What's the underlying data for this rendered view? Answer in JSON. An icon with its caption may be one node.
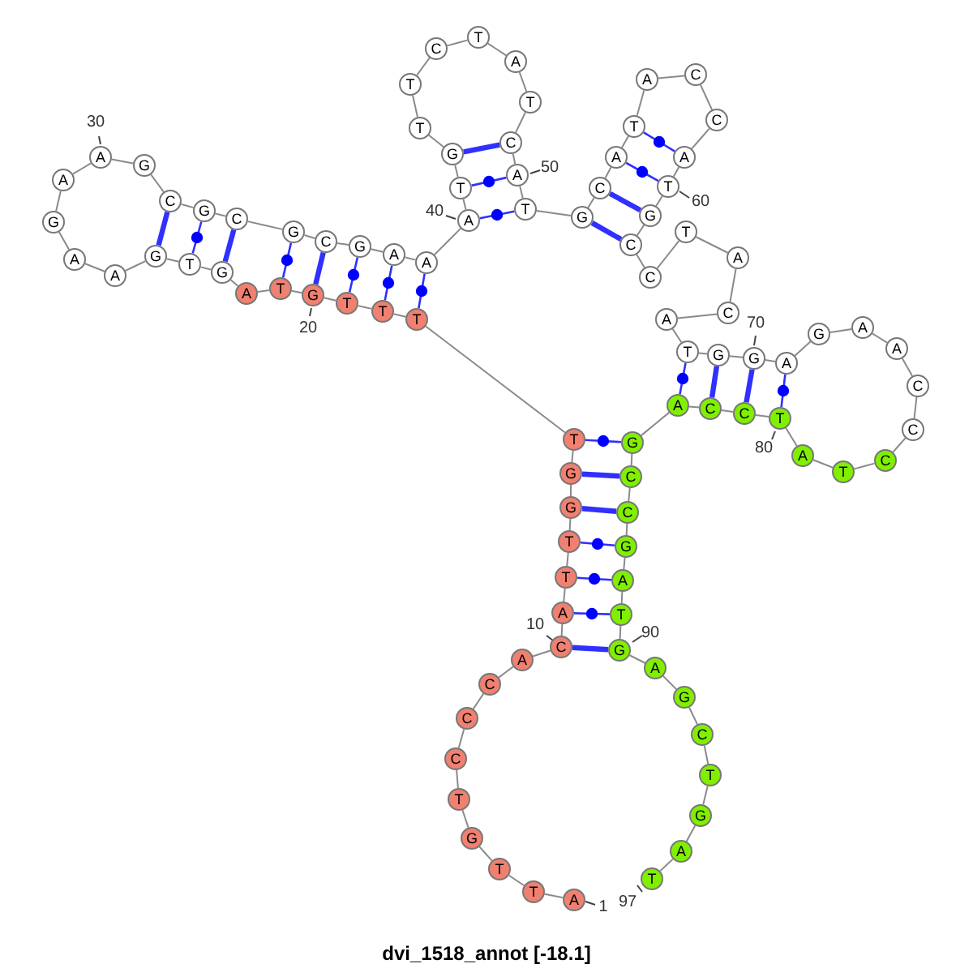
{
  "diagram": {
    "title": "dvi_1518_annot [-18.1]",
    "nodes": [
      {
        "text": [
          "A"
        ],
        "beside": [
          "1"
        ]
      },
      {
        "text": [
          "T"
        ]
      },
      {
        "text": [
          "T"
        ]
      },
      {
        "text": [
          "G"
        ]
      },
      {
        "text": [
          "T"
        ]
      },
      {
        "text": [
          "C"
        ]
      },
      {
        "text": [
          "C"
        ]
      },
      {
        "text": [
          "C"
        ]
      },
      {
        "text": [
          "A"
        ]
      },
      {
        "text": [
          "C"
        ],
        "beside": [
          "10"
        ]
      },
      {
        "text": [
          "A"
        ]
      },
      {
        "text": [
          "T"
        ]
      },
      {
        "text": [
          "T"
        ]
      },
      {
        "text": [
          "G"
        ]
      },
      {
        "text": [
          "G"
        ]
      },
      {
        "text": [
          "T"
        ]
      },
      {
        "text": [
          "T"
        ]
      },
      {
        "text": [
          "T"
        ]
      },
      {
        "text": [
          "T"
        ]
      },
      {
        "text": [
          "G"
        ],
        "beside": [
          "20"
        ]
      },
      {
        "text": [
          "T"
        ]
      },
      {
        "text": [
          "A"
        ]
      },
      {
        "text": [
          "G"
        ]
      },
      {
        "text": [
          "T"
        ]
      },
      {
        "text": [
          "G"
        ]
      },
      {
        "text": [
          "A"
        ]
      },
      {
        "text": [
          "A"
        ]
      },
      {
        "text": [
          "G"
        ]
      },
      {
        "text": [
          "A"
        ]
      },
      {
        "text": [
          "A"
        ],
        "beside": [
          "30"
        ]
      },
      {
        "text": [
          "G"
        ]
      },
      {
        "text": [
          "C"
        ]
      },
      {
        "text": [
          "G"
        ]
      },
      {
        "text": [
          "C"
        ]
      },
      {
        "text": [
          "G"
        ]
      },
      {
        "text": [
          "C"
        ]
      },
      {
        "text": [
          "G"
        ]
      },
      {
        "text": [
          "A"
        ]
      },
      {
        "text": [
          "A"
        ]
      },
      {
        "text": [
          "A"
        ],
        "beside": [
          "40"
        ]
      },
      {
        "text": [
          "T"
        ]
      },
      {
        "text": [
          "G"
        ]
      },
      {
        "text": [
          "T"
        ]
      },
      {
        "text": [
          "T"
        ]
      },
      {
        "text": [
          "C"
        ]
      },
      {
        "text": [
          "T"
        ]
      },
      {
        "text": [
          "A"
        ]
      },
      {
        "text": [
          "T"
        ]
      },
      {
        "text": [
          "C"
        ]
      },
      {
        "text": [
          "A"
        ],
        "beside": [
          "50"
        ]
      },
      {
        "text": [
          "T"
        ]
      },
      {
        "text": [
          "G"
        ]
      },
      {
        "text": [
          "C"
        ]
      },
      {
        "text": [
          "A"
        ]
      },
      {
        "text": [
          "T"
        ]
      },
      {
        "text": [
          "A"
        ]
      },
      {
        "text": [
          "C"
        ]
      },
      {
        "text": [
          "C"
        ]
      },
      {
        "text": [
          "A"
        ]
      },
      {
        "text": [
          "T"
        ],
        "beside": [
          "60"
        ]
      },
      {
        "text": [
          "G"
        ]
      },
      {
        "text": [
          "C"
        ]
      },
      {
        "text": [
          "C"
        ]
      },
      {
        "text": [
          "T"
        ]
      },
      {
        "text": [
          "A"
        ]
      },
      {
        "text": [
          "C"
        ]
      },
      {
        "text": [
          "A"
        ]
      },
      {
        "text": [
          "T"
        ]
      },
      {
        "text": [
          "G"
        ]
      },
      {
        "text": [
          "G"
        ]
      },
      {
        "text": [
          "A"
        ]
      },
      {
        "text": [
          "G"
        ]
      },
      {
        "text": [
          "A"
        ]
      },
      {
        "text": [
          "A"
        ]
      },
      {
        "text": [
          "C"
        ]
      },
      {
        "text": [
          "C"
        ]
      },
      {
        "text": [
          "C"
        ]
      },
      {
        "text": [
          "T"
        ]
      },
      {
        "text": [
          "A"
        ]
      },
      {
        "text": [
          "T"
        ],
        "beside": [
          "80"
        ]
      },
      {
        "text": [
          "C"
        ]
      },
      {
        "text": [
          "C"
        ]
      },
      {
        "text": [
          "A"
        ]
      },
      {
        "text": [
          "G"
        ]
      },
      {
        "text": [
          "C"
        ]
      },
      {
        "text": [
          "C"
        ]
      },
      {
        "text": [
          "G"
        ]
      },
      {
        "text": [
          "A"
        ]
      },
      {
        "text": [
          "T"
        ]
      },
      {
        "text": [
          "G"
        ],
        "beside": [
          "90"
        ]
      },
      {
        "text": [
          "A"
        ]
      },
      {
        "text": [
          "G"
        ]
      },
      {
        "text": [
          "C"
        ]
      },
      {
        "text": [
          "T"
        ]
      },
      {
        "text": [
          "G"
        ]
      },
      {
        "text": [
          "A"
        ]
      },
      {
        "text": [
          "T"
        ],
        "beside": [
          "97"
        ]
      }
    ],
    "labels": [
      "70"
    ],
    "edges": [
      {
        "from": 0,
        "to": 1,
        "arrow": "none"
      },
      {
        "from": 1,
        "to": 2,
        "arrow": "none"
      },
      {
        "from": 2,
        "to": 3,
        "arrow": "none"
      },
      {
        "from": 3,
        "to": 4,
        "arrow": "none"
      },
      {
        "from": 4,
        "to": 5,
        "arrow": "none"
      },
      {
        "from": 5,
        "to": 6,
        "arrow": "none"
      },
      {
        "from": 6,
        "to": 7,
        "arrow": "none"
      },
      {
        "from": 7,
        "to": 8,
        "arrow": "none"
      },
      {
        "from": 8,
        "to": 9,
        "arrow": "none"
      },
      {
        "from": 9,
        "to": 10,
        "arrow": "none"
      },
      {
        "from": 10,
        "to": 11,
        "arrow": "none"
      },
      {
        "from": 11,
        "to": 12,
        "arrow": "none"
      },
      {
        "from": 12,
        "to": 13,
        "arrow": "none"
      },
      {
        "from": 13,
        "to": 14,
        "arrow": "none"
      },
      {
        "from": 14,
        "to": 15,
        "arrow": "none"
      },
      {
        "from": 15,
        "to": 16,
        "arrow": "none"
      },
      {
        "from": 16,
        "to": 17,
        "arrow": "none"
      },
      {
        "from": 17,
        "to": 18,
        "arrow": "none"
      },
      {
        "from": 18,
        "to": 19,
        "arrow": "none"
      },
      {
        "from": 19,
        "to": 20,
        "arrow": "none"
      },
      {
        "from": 20,
        "to": 21,
        "arrow": "none"
      },
      {
        "from": 21,
        "to": 22,
        "arrow": "none"
      },
      {
        "from": 22,
        "to": 23,
        "arrow": "none"
      },
      {
        "from": 23,
        "to": 24,
        "arrow": "none"
      },
      {
        "from": 24,
        "to": 25,
        "arrow": "none"
      },
      {
        "from": 25,
        "to": 26,
        "arrow": "none"
      },
      {
        "from": 26,
        "to": 27,
        "arrow": "none"
      },
      {
        "from": 27,
        "to": 28,
        "arrow": "none"
      },
      {
        "from": 28,
        "to": 29,
        "arrow": "none"
      },
      {
        "from": 29,
        "to": 30,
        "arrow": "none"
      },
      {
        "from": 30,
        "to": 31,
        "arrow": "none"
      },
      {
        "from": 31,
        "to": 32,
        "arrow": "none"
      },
      {
        "from": 32,
        "to": 33,
        "arrow": "none"
      },
      {
        "from": 33,
        "to": 34,
        "arrow": "none"
      },
      {
        "from": 34,
        "to": 35,
        "arrow": "none"
      },
      {
        "from": 35,
        "to": 36,
        "arrow": "none"
      },
      {
        "from": 36,
        "to": 37,
        "arrow": "none"
      },
      {
        "from": 37,
        "to": 38,
        "arrow": "none"
      },
      {
        "from": 38,
        "to": 39,
        "arrow": "none"
      },
      {
        "from": 39,
        "to": 40,
        "arrow": "none"
      },
      {
        "from": 40,
        "to": 41,
        "arrow": "none"
      },
      {
        "from": 41,
        "to": 42,
        "arrow": "none"
      },
      {
        "from": 42,
        "to": 43,
        "arrow": "none"
      },
      {
        "from": 43,
        "to": 44,
        "arrow": "none"
      },
      {
        "from": 44,
        "to": 45,
        "arrow": "none"
      },
      {
        "from": 45,
        "to": 46,
        "arrow": "none"
      },
      {
        "from": 46,
        "to": 47,
        "arrow": "none"
      },
      {
        "from": 47,
        "to": 48,
        "arrow": "none"
      },
      {
        "from": 48,
        "to": 49,
        "arrow": "none"
      },
      {
        "from": 49,
        "to": 50,
        "arrow": "none"
      },
      {
        "from": 50,
        "to": 51,
        "arrow": "none"
      },
      {
        "from": 51,
        "to": 52,
        "arrow": "none"
      },
      {
        "from": 52,
        "to": 53,
        "arrow": "none"
      },
      {
        "from": 53,
        "to": 54,
        "arrow": "none"
      },
      {
        "from": 54,
        "to": 55,
        "arrow": "none"
      },
      {
        "from": 55,
        "to": 56,
        "arrow": "none"
      },
      {
        "from": 56,
        "to": 57,
        "arrow": "none"
      },
      {
        "from": 57,
        "to": 58,
        "arrow": "none"
      },
      {
        "from": 58,
        "to": 59,
        "arrow": "none"
      },
      {
        "from": 59,
        "to": 60,
        "arrow": "none"
      },
      {
        "from": 60,
        "to": 61,
        "arrow": "none"
      },
      {
        "from": 61,
        "to": 62,
        "arrow": "none"
      },
      {
        "from": 62,
        "to": 63,
        "arrow": "none"
      },
      {
        "from": 63,
        "to": 64,
        "arrow": "none"
      },
      {
        "from": 64,
        "to": 65,
        "arrow": "none"
      },
      {
        "from": 65,
        "to": 66,
        "arrow": "none"
      },
      {
        "from": 66,
        "to": 67,
        "arrow": "none"
      },
      {
        "from": 67,
        "to": 68,
        "arrow": "none"
      },
      {
        "from": 68,
        "to": 69,
        "arrow": "none"
      },
      {
        "from": 69,
        "to": 70,
        "arrow": "none"
      },
      {
        "from": 70,
        "to": 71,
        "arrow": "none"
      },
      {
        "from": 71,
        "to": 72,
        "arrow": "none"
      },
      {
        "from": 72,
        "to": 73,
        "arrow": "none"
      },
      {
        "from": 73,
        "to": 74,
        "arrow": "none"
      },
      {
        "from": 74,
        "to": 75,
        "arrow": "none"
      },
      {
        "from": 75,
        "to": 76,
        "arrow": "none"
      },
      {
        "from": 76,
        "to": 77,
        "arrow": "none"
      },
      {
        "from": 77,
        "to": 78,
        "arrow": "none"
      },
      {
        "from": 78,
        "to": 79,
        "arrow": "none"
      },
      {
        "from": 79,
        "to": 80,
        "arrow": "none"
      },
      {
        "from": 80,
        "to": 81,
        "arrow": "none"
      },
      {
        "from": 81,
        "to": 82,
        "arrow": "none"
      },
      {
        "from": 82,
        "to": 83,
        "arrow": "none"
      },
      {
        "from": 83,
        "to": 84,
        "arrow": "none"
      },
      {
        "from": 84,
        "to": 85,
        "arrow": "none"
      },
      {
        "from": 85,
        "to": 86,
        "arrow": "none"
      },
      {
        "from": 86,
        "to": 87,
        "arrow": "none"
      },
      {
        "from": 87,
        "to": 88,
        "arrow": "none"
      },
      {
        "from": 88,
        "to": 89,
        "arrow": "none"
      },
      {
        "from": 89,
        "to": 90,
        "arrow": "none"
      },
      {
        "from": 90,
        "to": 91,
        "arrow": "none"
      },
      {
        "from": 91,
        "to": 92,
        "arrow": "none"
      },
      {
        "from": 92,
        "to": 93,
        "arrow": "none"
      },
      {
        "from": 93,
        "to": 94,
        "arrow": "none"
      },
      {
        "from": 94,
        "to": 95,
        "arrow": "none"
      },
      {
        "from": 95,
        "to": 96,
        "arrow": "none"
      },
      {
        "from": 9,
        "to": 89,
        "arrow": "none",
        "style": "thick",
        "color": "#3030ff"
      },
      {
        "from": 10,
        "to": 88,
        "arrow": "none",
        "color": "#3030ff"
      },
      {
        "from": 11,
        "to": 87,
        "arrow": "none",
        "color": "#3030ff"
      },
      {
        "from": 12,
        "to": 86,
        "arrow": "none",
        "color": "#3030ff"
      },
      {
        "from": 13,
        "to": 85,
        "arrow": "none",
        "style": "thick",
        "color": "#3030ff"
      },
      {
        "from": 14,
        "to": 84,
        "arrow": "none",
        "style": "thick",
        "color": "#3030ff"
      },
      {
        "from": 15,
        "to": 83,
        "arrow": "none",
        "color": "#3030ff"
      },
      {
        "from": 16,
        "to": 38,
        "arrow": "none",
        "color": "#3030ff"
      },
      {
        "from": 17,
        "to": 37,
        "arrow": "none",
        "color": "#3030ff"
      },
      {
        "from": 18,
        "to": 36,
        "arrow": "none",
        "color": "#3030ff"
      },
      {
        "from": 19,
        "to": 35,
        "arrow": "none",
        "style": "thick",
        "color": "#3030ff"
      },
      {
        "from": 20,
        "to": 34,
        "arrow": "none",
        "color": "#3030ff"
      },
      {
        "from": 22,
        "to": 33,
        "arrow": "none",
        "style": "thick",
        "color": "#3030ff"
      },
      {
        "from": 23,
        "to": 32,
        "arrow": "none",
        "color": "#3030ff"
      },
      {
        "from": 24,
        "to": 31,
        "arrow": "none",
        "style": "thick",
        "color": "#3030ff"
      },
      {
        "from": 39,
        "to": 50,
        "arrow": "none",
        "color": "#3030ff"
      },
      {
        "from": 40,
        "to": 49,
        "arrow": "none",
        "color": "#3030ff"
      },
      {
        "from": 41,
        "to": 48,
        "arrow": "none",
        "style": "thick",
        "color": "#3030ff"
      },
      {
        "from": 51,
        "to": 61,
        "arrow": "none",
        "style": "thick",
        "color": "#3030ff"
      },
      {
        "from": 52,
        "to": 60,
        "arrow": "none",
        "style": "thick",
        "color": "#3030ff"
      },
      {
        "from": 53,
        "to": 59,
        "arrow": "none",
        "color": "#3030ff"
      },
      {
        "from": 54,
        "to": 58,
        "arrow": "none",
        "color": "#3030ff"
      },
      {
        "from": 67,
        "to": 82,
        "arrow": "none",
        "color": "#3030ff"
      },
      {
        "from": 68,
        "to": 81,
        "arrow": "none",
        "style": "thick",
        "color": "#3030ff"
      },
      {
        "from": 69,
        "to": 80,
        "arrow": "none",
        "style": "thick",
        "color": "#3030ff"
      },
      {
        "from": 70,
        "to": 79,
        "arrow": "none",
        "color": "#3030ff"
      }
    ]
  }
}
